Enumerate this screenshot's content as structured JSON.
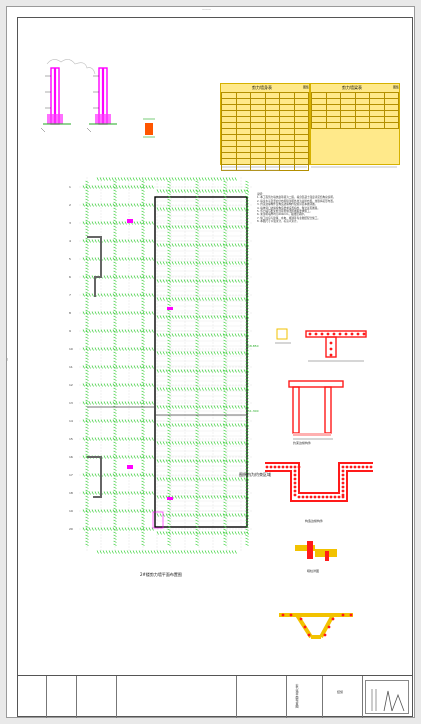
{
  "drawing": {
    "plan_caption": "2#楼剪力墙平面布置图",
    "hatched_zone_label": "图例内为约束区域",
    "elev_label_1": "18.850",
    "elev_label_2": "11.300",
    "grid_numbers": [
      "1",
      "2",
      "3",
      "4",
      "5",
      "6",
      "7",
      "8",
      "9",
      "10",
      "11",
      "12",
      "13",
      "14",
      "15",
      "16",
      "17",
      "18",
      "19",
      "20"
    ],
    "detail_captions": [
      "约束边缘构件",
      "构造边缘构件",
      "暗柱详图"
    ]
  },
  "tables": {
    "left_title": "剪力墙身表",
    "right_title": "剪力墙梁表",
    "left_tag": "图集",
    "right_tag": "图集"
  },
  "notes": {
    "heading": "说明：",
    "lines": [
      "1. 本工程剪力墙抗震等级为二级，墙身混凝土强度详见结构总说明。",
      "2. 墙身水平及竖向分布筋除注明外均为双排布置，拉筋梅花形布置。",
      "3. 约束边缘构件及构造边缘构件配筋详见本图详图。",
      "4. 墙体洞口边缘按构造要求设置暗柱，做法详见图集。",
      "5. 剪力墙与框架柱连接处做法按图集要求施工。",
      "6. 未注明墙厚均为200mm，轴线居墙中。",
      "7. 施工时应与建筑、水电、暖通等专业图纸配合施工。",
      "8. 本图尺寸以毫米计，标高以米计。"
    ]
  },
  "title_block": {
    "drawing_title": "剪力墙平面布置图",
    "sheet_no": "结施"
  },
  "colors": {
    "rebar_green": "#22cc22",
    "section_red": "#ff1a1a",
    "magenta": "#ff00ff",
    "table_fill": "#ffe98a",
    "hatch_yellow": "#f2c200"
  }
}
